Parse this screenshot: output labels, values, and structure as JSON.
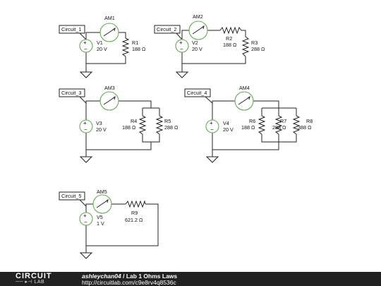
{
  "circuits": [
    {
      "tag": "Circuit_1",
      "ammeter": "AM1",
      "source": {
        "name": "V1",
        "value": "20 V"
      },
      "resistors": [
        {
          "name": "R1",
          "value": "188 Ω"
        }
      ]
    },
    {
      "tag": "Circuit_2",
      "ammeter": "AM2",
      "source": {
        "name": "V2",
        "value": "20 V"
      },
      "resistors": [
        {
          "name": "R2",
          "value": "188 Ω"
        },
        {
          "name": "R3",
          "value": "288 Ω"
        }
      ]
    },
    {
      "tag": "Circuit_3",
      "ammeter": "AM3",
      "source": {
        "name": "V3",
        "value": "20 V"
      },
      "resistors": [
        {
          "name": "R4",
          "value": "188 Ω"
        },
        {
          "name": "R5",
          "value": "288 Ω"
        }
      ]
    },
    {
      "tag": "Circuit_4",
      "ammeter": "AM4",
      "source": {
        "name": "V4",
        "value": "20 V"
      },
      "resistors": [
        {
          "name": "R6",
          "value": "188 Ω"
        },
        {
          "name": "R7",
          "value": "288 Ω"
        },
        {
          "name": "R8",
          "value": "388 Ω"
        }
      ]
    },
    {
      "tag": "Circuit_5",
      "ammeter": "AM5",
      "source": {
        "name": "V5",
        "value": "1 V"
      },
      "resistors": [
        {
          "name": "R9",
          "value": "621.2 Ω"
        }
      ]
    }
  ],
  "footer": {
    "logo_line1": "CIRCUIT",
    "logo_line2": "LAB",
    "author": "ashleychan04",
    "separator": " / ",
    "title": "Lab 1 Ohms Laws",
    "url": "http://circuitlab.com/c9e8rv4q8536c"
  }
}
